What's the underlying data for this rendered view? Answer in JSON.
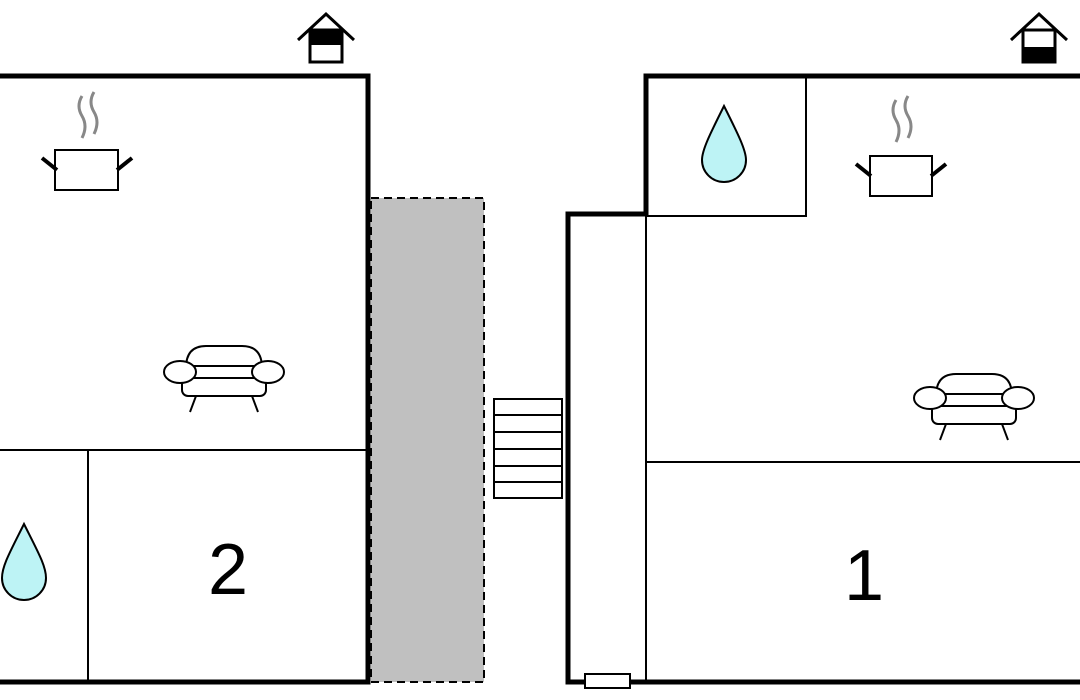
{
  "floors": [
    {
      "id": "floor-2",
      "room_label": "2",
      "icons": [
        "house-floor-indicator-icon",
        "kitchen-pot-icon",
        "sofa-icon",
        "water-drop-icon"
      ]
    },
    {
      "id": "floor-1",
      "room_label": "1",
      "icons": [
        "house-floor-indicator-icon",
        "kitchen-pot-icon",
        "sofa-icon",
        "water-drop-icon"
      ]
    }
  ],
  "features": [
    "terrace-area",
    "entrance-stairs",
    "entrance-door"
  ],
  "colors": {
    "wall": "#000000",
    "water": "#bdf3f5",
    "terrace": "#c0c0c0",
    "steam": "#888888"
  }
}
